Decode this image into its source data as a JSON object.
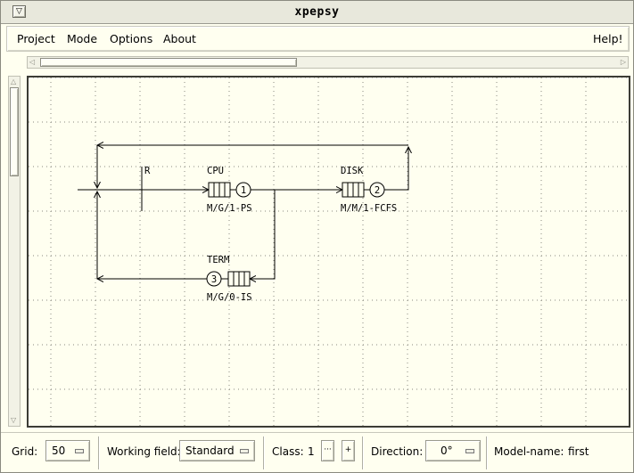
{
  "window": {
    "title": "xpepsy",
    "menu_glyph": "▽"
  },
  "menubar": {
    "items": [
      "Project",
      "Mode",
      "Options",
      "About"
    ],
    "help": "Help!"
  },
  "diagram": {
    "labels": {
      "R": "R",
      "cpu_name": "CPU",
      "cpu_type": "M/G/1-PS",
      "cpu_num": "1",
      "disk_name": "DISK",
      "disk_type": "M/M/1-FCFS",
      "disk_num": "2",
      "term_name": "TERM",
      "term_type": "M/G/0-IS",
      "term_num": "3"
    }
  },
  "statusbar": {
    "grid_label": "Grid:",
    "grid_value": "50",
    "field_label": "Working field:",
    "field_value": "Standard",
    "class_label": "Class:",
    "class_value": "1",
    "class_minus": "···",
    "class_plus": "+",
    "direction_label": "Direction:",
    "direction_value": "0°",
    "model_label": "Model-name:",
    "model_value": "first"
  },
  "colors": {
    "background": "#fffff0",
    "grid": "#8a8a80",
    "line": "#000000"
  }
}
